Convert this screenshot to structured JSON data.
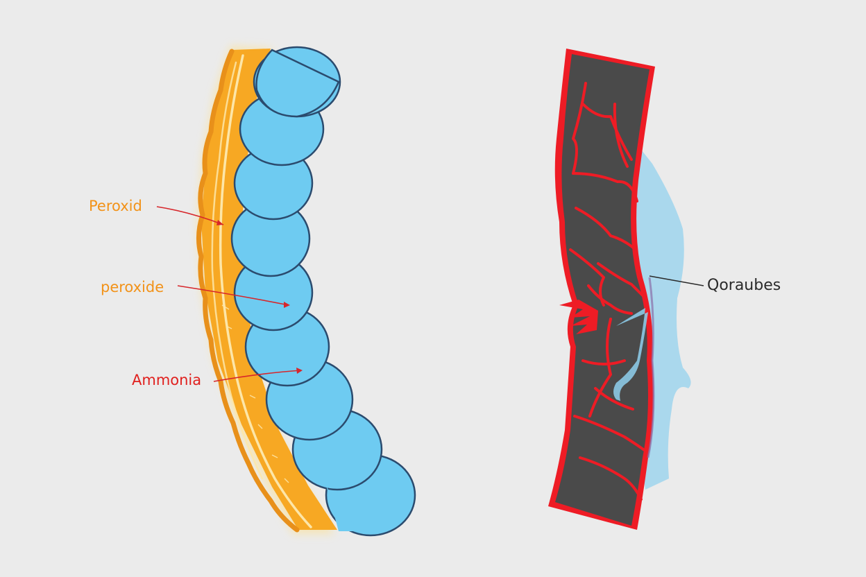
{
  "labels": {
    "peroxid": "Peroxid",
    "peroxide": "peroxide",
    "ammonia": "Ammonia",
    "qoraubes": "Qoraubes"
  },
  "colors": {
    "background": "#ebebeb",
    "orange_layer": "#f7a823",
    "orange_dark": "#e8901a",
    "cream_stripe": "#fde6a8",
    "blue_segment": "#6ecbf1",
    "segment_outline": "#2b4b6e",
    "dark_tissue": "#4a4a4a",
    "red_vein": "#ee1c25",
    "blue_overlay": "#8fd0ee",
    "label_orange": "#f29218",
    "label_red": "#e0201e",
    "label_dark": "#2a2a2a",
    "arrow_red": "#d7262b"
  },
  "icons": {
    "left": "segmented-tube-illustration",
    "right": "damaged-tube-illustration"
  }
}
